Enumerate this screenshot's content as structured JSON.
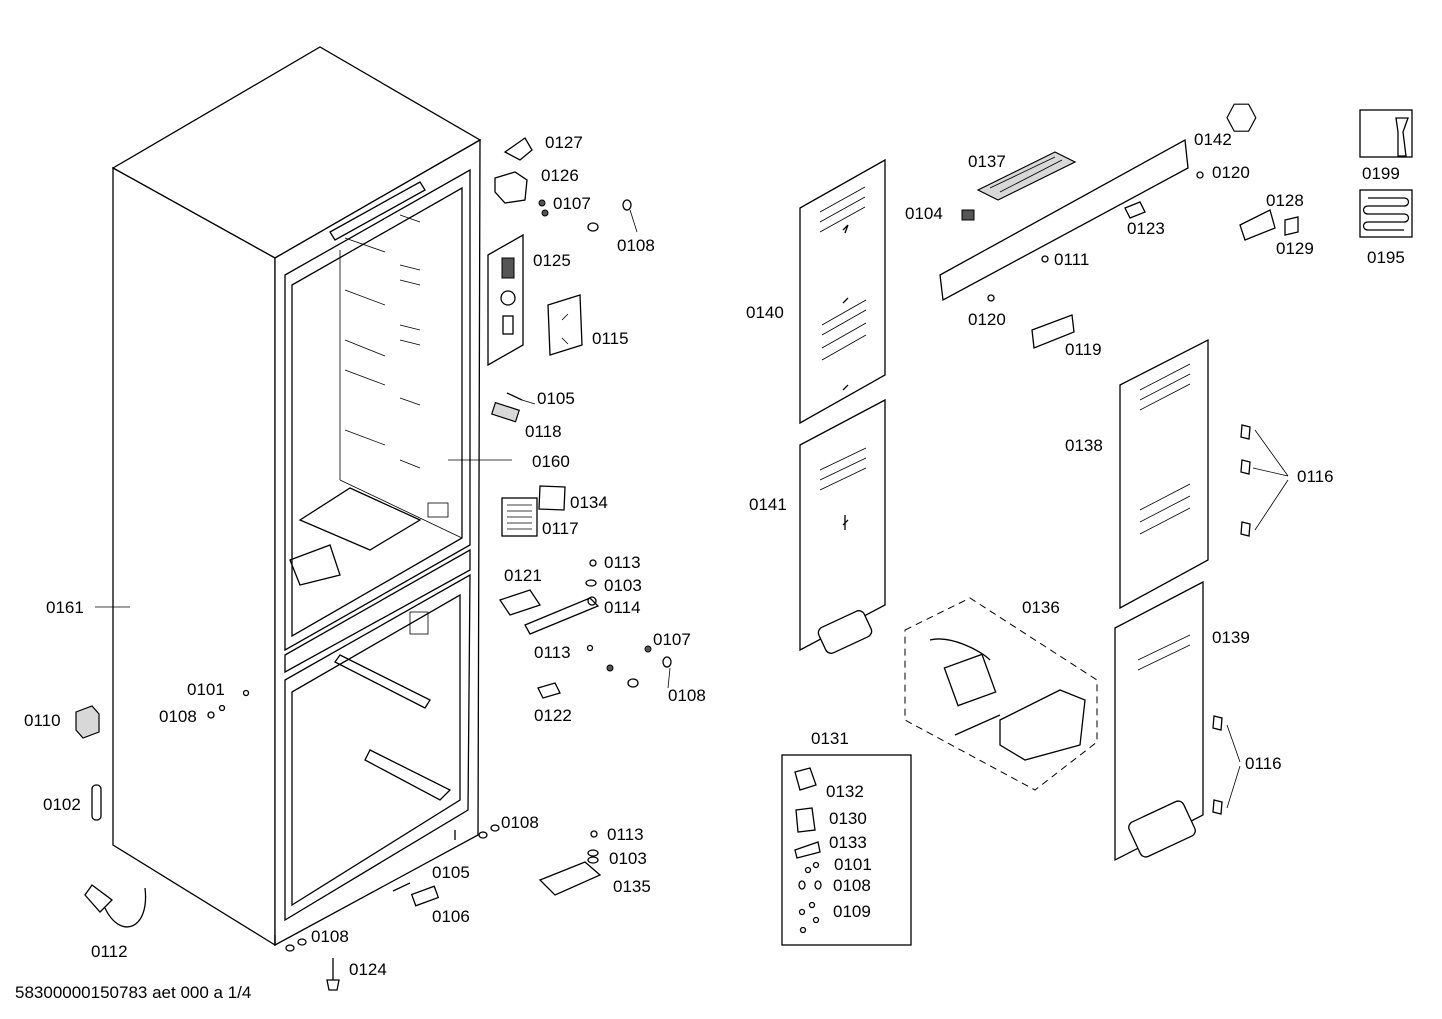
{
  "footer": "58300000150783 aet 000 a 1/4",
  "labels": [
    {
      "id": "0127"
    },
    {
      "id": "0126"
    },
    {
      "id": "0107"
    },
    {
      "id": "0108"
    },
    {
      "id": "0125"
    },
    {
      "id": "0115"
    },
    {
      "id": "0105"
    },
    {
      "id": "0118"
    },
    {
      "id": "0160"
    },
    {
      "id": "0134"
    },
    {
      "id": "0117"
    },
    {
      "id": "0113"
    },
    {
      "id": "0121"
    },
    {
      "id": "0103"
    },
    {
      "id": "0114"
    },
    {
      "id": "0161"
    },
    {
      "id": "0113"
    },
    {
      "id": "0107"
    },
    {
      "id": "0108"
    },
    {
      "id": "0101"
    },
    {
      "id": "0108"
    },
    {
      "id": "0122"
    },
    {
      "id": "0110"
    },
    {
      "id": "0102"
    },
    {
      "id": "0108"
    },
    {
      "id": "0113"
    },
    {
      "id": "0103"
    },
    {
      "id": "0105"
    },
    {
      "id": "0135"
    },
    {
      "id": "0106"
    },
    {
      "id": "0112"
    },
    {
      "id": "0108"
    },
    {
      "id": "0124"
    },
    {
      "id": "0137"
    },
    {
      "id": "0142"
    },
    {
      "id": "0120"
    },
    {
      "id": "0104"
    },
    {
      "id": "0123"
    },
    {
      "id": "0111"
    },
    {
      "id": "0120"
    },
    {
      "id": "0119"
    },
    {
      "id": "0128"
    },
    {
      "id": "0129"
    },
    {
      "id": "0140"
    },
    {
      "id": "0141"
    },
    {
      "id": "0138"
    },
    {
      "id": "0116"
    },
    {
      "id": "0136"
    },
    {
      "id": "0139"
    },
    {
      "id": "0116"
    },
    {
      "id": "0131"
    },
    {
      "id": "0132"
    },
    {
      "id": "0130"
    },
    {
      "id": "0133"
    },
    {
      "id": "0101"
    },
    {
      "id": "0108"
    },
    {
      "id": "0109"
    },
    {
      "id": "0199"
    },
    {
      "id": "0195"
    }
  ],
  "icons": [
    "service-tools-icon",
    "coil-icon"
  ]
}
